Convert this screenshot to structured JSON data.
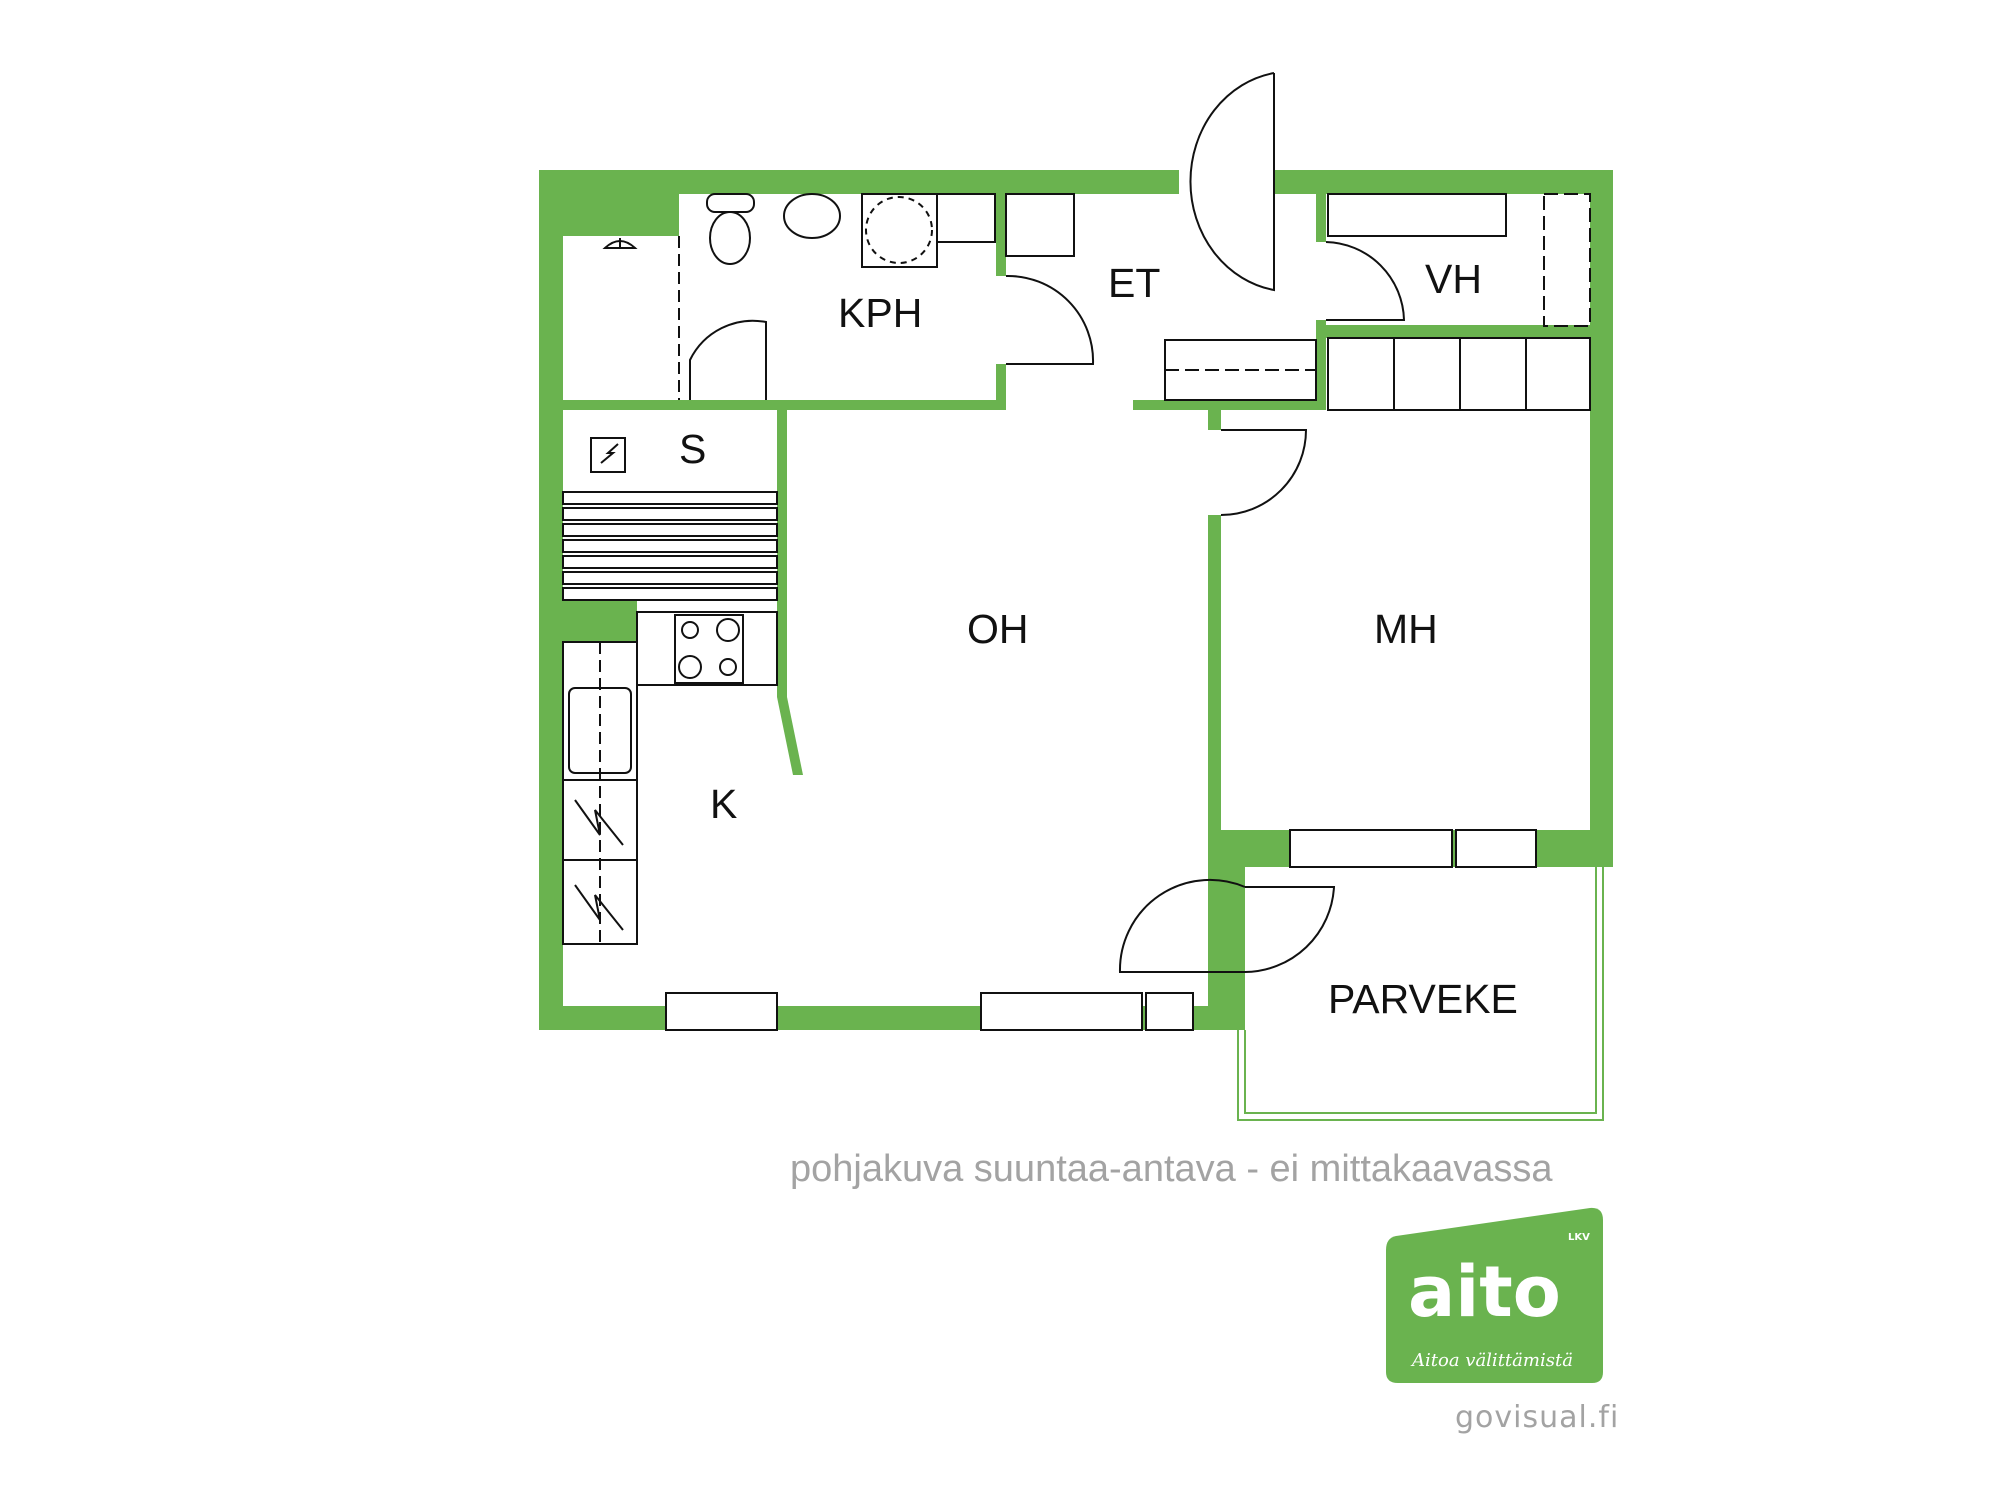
{
  "colors": {
    "wall": "#6ab34f",
    "line": "#111111",
    "caption": "#a3a3a3"
  },
  "rooms": {
    "kph": "KPH",
    "et": "ET",
    "vh": "VH",
    "s": "S",
    "oh": "OH",
    "mh": "MH",
    "k": "K",
    "parveke": "PARVEKE"
  },
  "caption": "pohjakuva suuntaa-antava - ei mittakaavassa",
  "logo": {
    "brand": "aito",
    "suffix": "LKV",
    "slogan": "Aitoa välittämistä"
  },
  "credit": "govisual.fi"
}
